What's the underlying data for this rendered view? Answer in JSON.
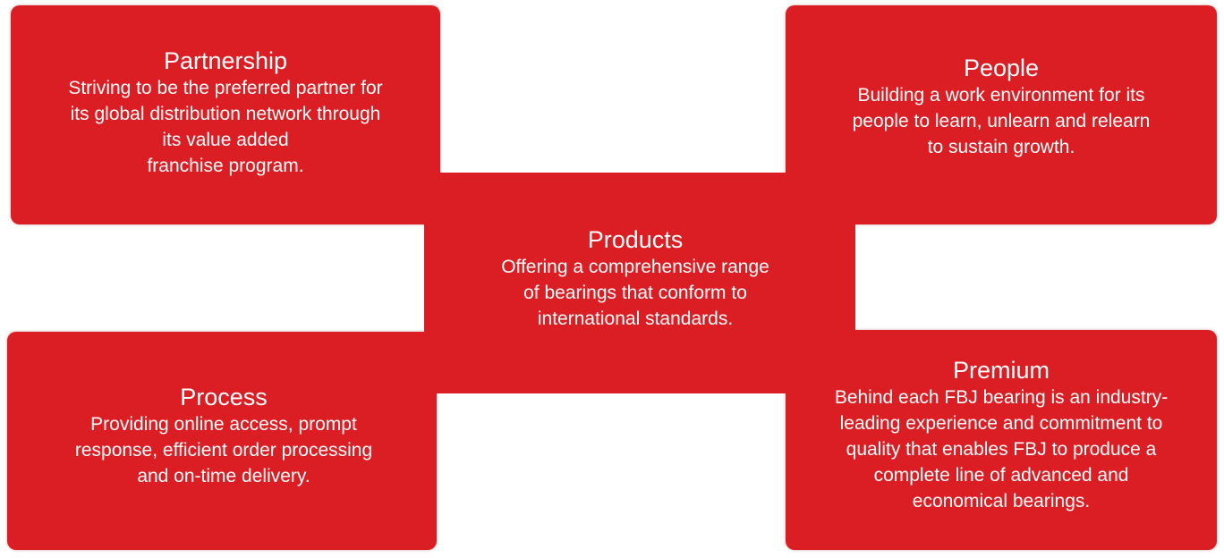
{
  "theme": {
    "accent": "#da1e23",
    "text": "#ffffff",
    "background": "#ffffff"
  },
  "boxes": {
    "partnership": {
      "title": "Partnership",
      "body": "Striving to be the preferred partner for\nits global distribution network through\nits value added\nfranchise program."
    },
    "people": {
      "title": "People",
      "body": "Building a work environment for its\npeople to learn, unlearn  and relearn\nto sustain growth."
    },
    "products": {
      "title": "Products",
      "body": "Offering a comprehensive range\nof bearings that conform to\ninternational standards."
    },
    "process": {
      "title": "Process",
      "body": "Providing online access, prompt\nresponse, efficient order processing\nand on-time delivery."
    },
    "premium": {
      "title": "Premium",
      "body": "Behind each FBJ bearing is an industry-\nleading experience and commitment to\nquality that enables FBJ to produce a\ncomplete line of advanced and\neconomical bearings."
    }
  }
}
